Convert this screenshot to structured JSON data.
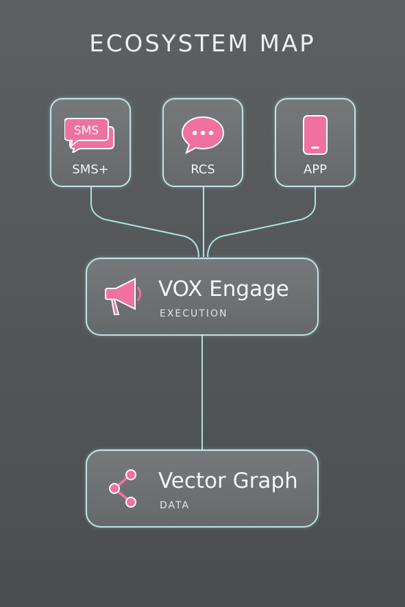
{
  "title": "ECOSYSTEM MAP",
  "channels": [
    {
      "label": "SMS+",
      "icon": "sms-bubbles-icon",
      "icon_text": "SMS"
    },
    {
      "label": "RCS",
      "icon": "chat-bubble-icon"
    },
    {
      "label": "APP",
      "icon": "smartphone-icon"
    }
  ],
  "engage": {
    "name": "VOX Engage",
    "subtitle": "EXECUTION",
    "icon": "megaphone-icon"
  },
  "graph": {
    "name": "Vector Graph",
    "subtitle": "DATA",
    "icon": "share-nodes-icon"
  },
  "colors": {
    "accent": "#f0719e",
    "connector": "#a9e7e2",
    "card_border": "#bfe6e6"
  }
}
